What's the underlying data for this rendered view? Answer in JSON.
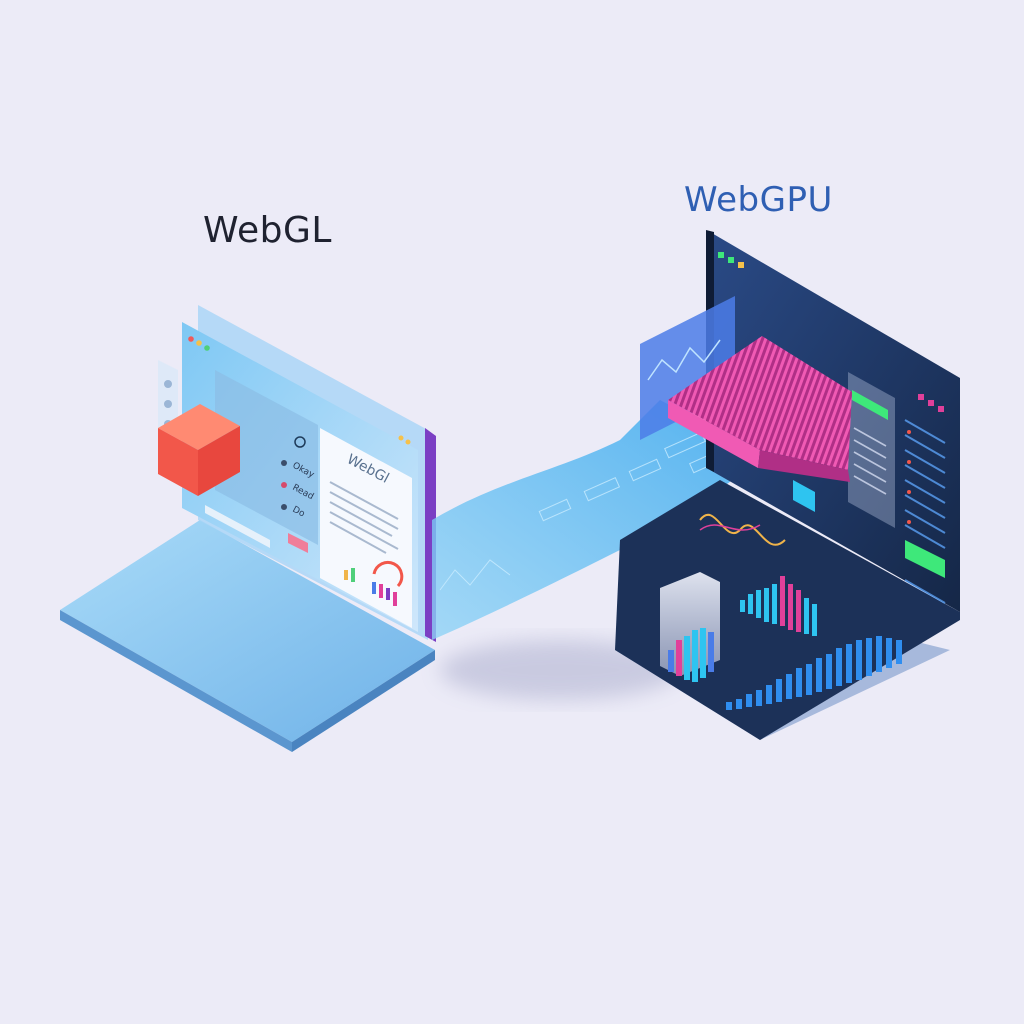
{
  "labels": {
    "left_title": "WebGL",
    "right_title": "WebGPU"
  },
  "webgl_window": {
    "panel_title": "WebGl",
    "menu_items": [
      "Okay",
      "Read",
      "Do"
    ]
  },
  "colors": {
    "background": "#ecebf7",
    "webgl_base": "#8cc7f0",
    "webgl_cube": "#f2574a",
    "webgpu_frame": "#1e2f52",
    "ribbon": "#53b5ee",
    "accent_magenta": "#e0409a",
    "accent_cyan": "#2ec4f0",
    "accent_green": "#3ee87a"
  }
}
